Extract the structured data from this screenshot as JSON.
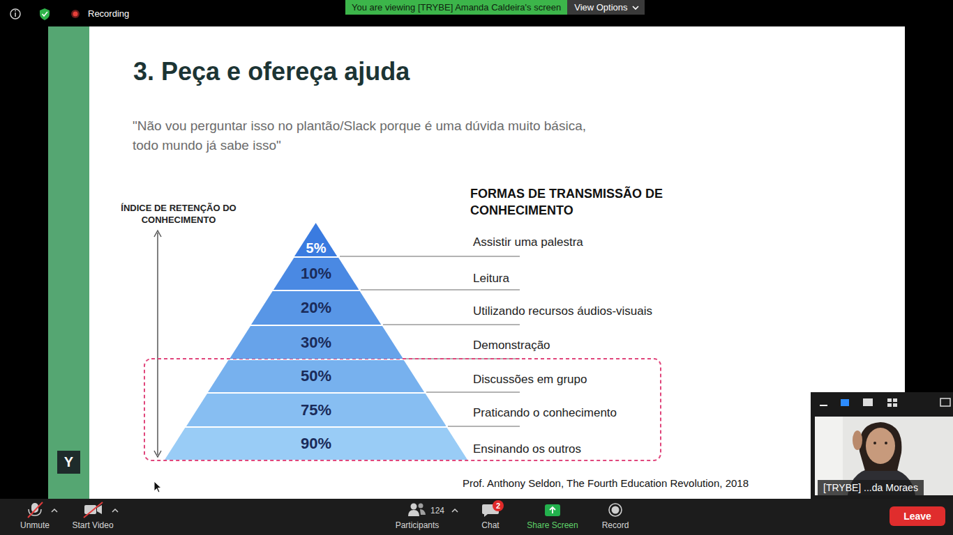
{
  "diagram": {
    "title": "3. Peça e ofereça ajuda",
    "nodes": [
      {
        "text": [
          "You are viewing [TRYBE] Amanda Caldeira's screen"
        ]
      },
      {
        "text": [
          "View Options"
        ]
      },
      {
        "text": [
          "5%"
        ]
      },
      {
        "text": [
          "10%"
        ]
      },
      {
        "text": [
          "20%"
        ]
      },
      {
        "text": [
          "30%"
        ]
      },
      {
        "text": [
          "50%"
        ]
      },
      {
        "text": [
          "75%"
        ]
      },
      {
        "text": [
          "90%"
        ]
      },
      {
        "text": [
          "Y"
        ]
      },
      {
        "text": [
          "2"
        ]
      },
      {
        "text": [
          "[TRYBE] ...da Moraes"
        ]
      },
      {
        "text": [
          "Leave"
        ]
      }
    ],
    "labels": [
      "Recording",
      "\"Não vou perguntar isso no plantão/Slack porque é uma dúvida muito básica, todo mundo já sabe isso\"",
      "ÍNDICE DE RETENÇÃO DO CONHECIMENTO",
      "FORMAS DE TRANSMISSÃO DE CONHECIMENTO",
      "Assistir uma palestra",
      "Leitura",
      "Utilizando recursos áudios-visuais",
      "Demonstração",
      "Discussões em grupo",
      "Praticando o conhecimento",
      "Ensinando os outros",
      "Prof. Anthony Seldon, The Fourth Education Revolution, 2018",
      "Unmute",
      "Start Video",
      "124",
      "Participants",
      "Chat",
      "Share Screen",
      "Record"
    ]
  }
}
